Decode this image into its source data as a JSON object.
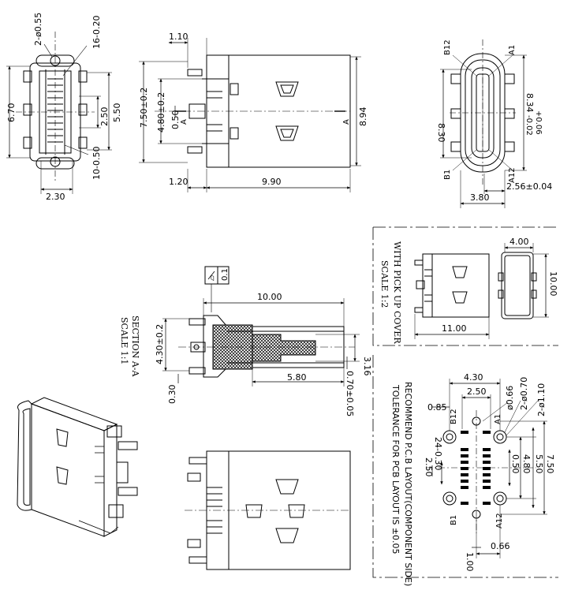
{
  "top_left": {
    "d_pin": "2-ø0.55",
    "d_top": "16-0.20",
    "d_height": "6.70",
    "d_right1": "5.50",
    "d_right2": "2.50",
    "d_bottom_pitch": "10-0.50",
    "d_width": "2.30"
  },
  "top_mid": {
    "d_110": "1.10",
    "d_750": "7.50±0.2",
    "d_480": "4.80±0.2",
    "d_050": "0.50",
    "d_a": "A",
    "d_894": "8.94",
    "d_120": "1.20",
    "d_990": "9.90"
  },
  "top_right": {
    "b12": "B12",
    "a1": "A1",
    "b1": "B1",
    "a12": "A12",
    "d_830": "8.30",
    "d_834": "8.34",
    "d_tol_up": "+0.06",
    "d_tol_dn": "-0.02",
    "d_256": "2.56±0.04",
    "d_380": "3.80"
  },
  "section": {
    "flat_sym": "▱",
    "flat_val": "0.1",
    "d_1000": "10.00",
    "d_430": "4.30±0.2",
    "d_316": "3.16",
    "d_580": "5.80",
    "d_030": "0.30",
    "d_070": "0.70±0.05",
    "title": "SECTION A-A",
    "scale": "SCALE 1:1"
  },
  "cover": {
    "title": "WITH PICK UP COVER",
    "scale": "SCALE 1:2",
    "d_400": "4.00",
    "d_1000": "10.00",
    "d_1100": "11.00"
  },
  "pcb": {
    "title": "RECOMMEND P.C.B LAYOUT(COMPONENT SIDE)",
    "tolerance": "TOLERANCE FOR PCB LAYOUT IS ±0.05",
    "d_430": "4.30",
    "d_250": "2.50",
    "d_066a": "ø0.66",
    "d_070": "2-ø0.70",
    "d_110": "2-ø1.10",
    "d_085": "0.85",
    "d_24": "24-0.30",
    "d_250b": "2.50",
    "d_050": "0.50",
    "d_480": "4.80",
    "d_550": "5.50",
    "d_750": "7.50",
    "d_100": "1.00",
    "d_066": "0.66",
    "b12": "B12",
    "a1": "A1",
    "b1": "B1",
    "a12": "A12"
  }
}
